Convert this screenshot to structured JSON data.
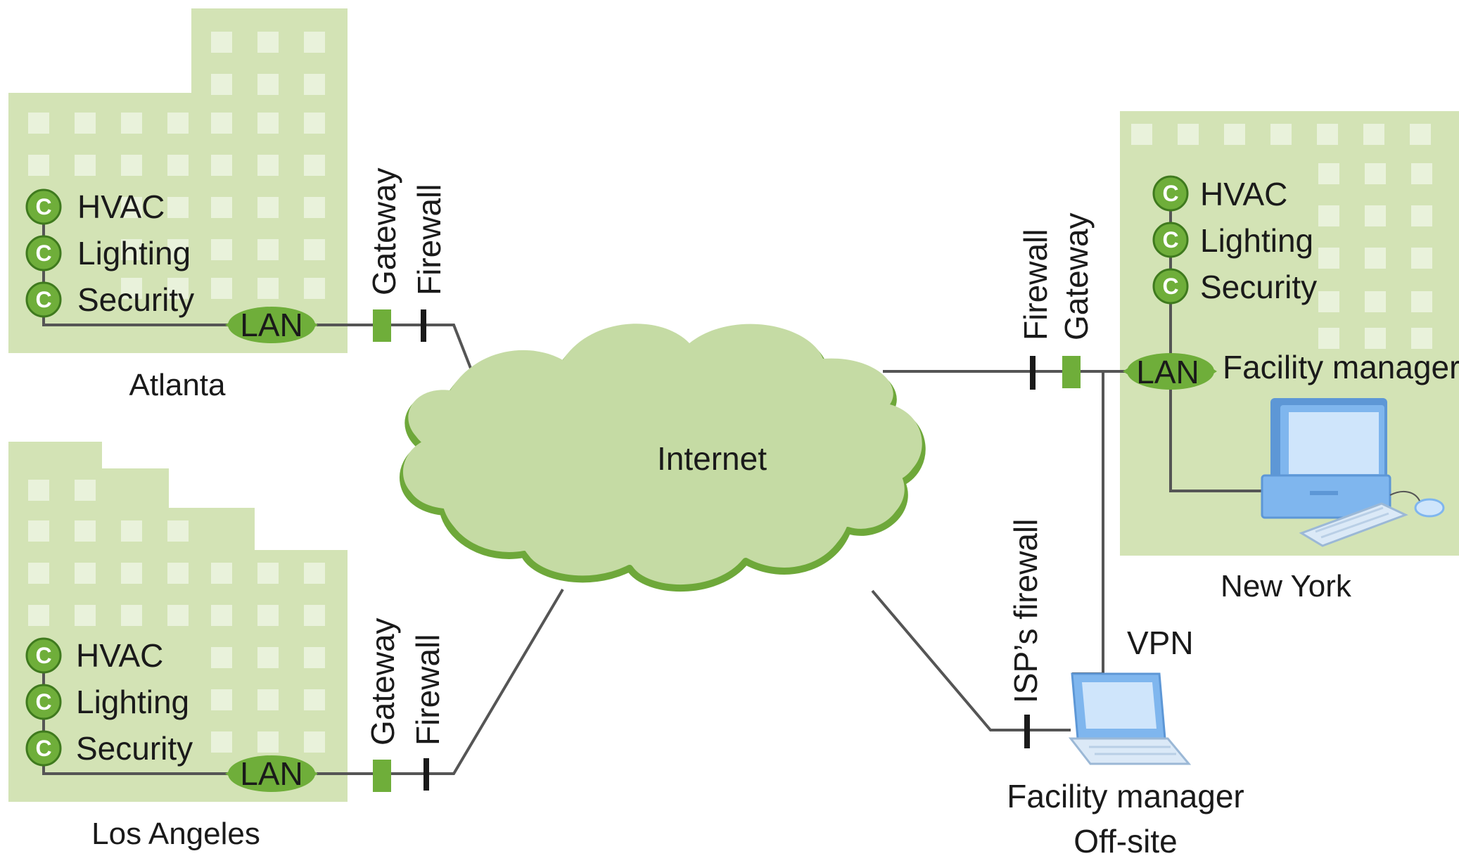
{
  "colors": {
    "building": "#d3e3b5",
    "window": "#e9f2db",
    "cloud": "#c5dba4",
    "cloud_edge": "#6ea83a",
    "node": "#6fae3a",
    "node_dark": "#3f7a1e",
    "line": "#555555",
    "computer": "#7fb6ee"
  },
  "cloud": {
    "label": "Internet"
  },
  "sites": {
    "atlanta": {
      "city": "Atlanta",
      "controllers": [
        "HVAC",
        "Lighting",
        "Security"
      ],
      "controller_glyph": "C",
      "lan": "LAN",
      "gateway": "Gateway",
      "firewall": "Firewall"
    },
    "los_angeles": {
      "city": "Los Angeles",
      "controllers": [
        "HVAC",
        "Lighting",
        "Security"
      ],
      "controller_glyph": "C",
      "lan": "LAN",
      "gateway": "Gateway",
      "firewall": "Firewall"
    },
    "new_york": {
      "city": "New York",
      "controllers": [
        "HVAC",
        "Lighting",
        "Security"
      ],
      "controller_glyph": "C",
      "lan": "LAN",
      "gateway": "Gateway",
      "firewall": "Firewall",
      "facility_manager": "Facility manager"
    }
  },
  "offsite": {
    "isp_firewall": "ISP’s firewall",
    "vpn": "VPN",
    "label_line1": "Facility manager",
    "label_line2": "Off-site"
  },
  "icons": {
    "controller": "c-circle-icon",
    "gateway": "gateway-icon",
    "firewall": "firewall-icon",
    "desktop": "desktop-computer-icon",
    "laptop": "laptop-icon",
    "cloud": "cloud-icon"
  }
}
